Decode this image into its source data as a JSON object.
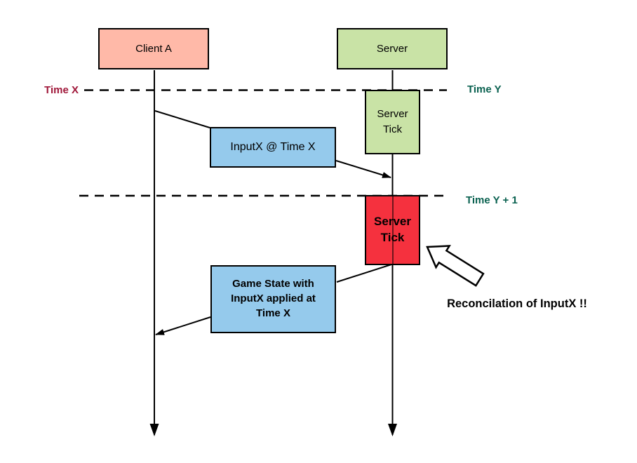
{
  "diagram": {
    "actors": {
      "client": "Client A",
      "server": "Server"
    },
    "time_markers": {
      "left_top": "Time X",
      "right_top": "Time Y",
      "right_bottom": "Time Y + 1"
    },
    "boxes": {
      "server_tick_top": "Server\nTick",
      "input_message": "InputX @ Time X",
      "server_tick_bottom": "Server\nTick",
      "game_state": "Game State with\nInputX applied at\nTime X"
    },
    "annotation": "Reconcilation of InputX !!",
    "colors": {
      "client_fill": "#FFB9A8",
      "server_fill": "#C9E3A6",
      "message_fill": "#95CAEC",
      "highlight_fill": "#F5313E",
      "time_x_color": "#A0183A",
      "time_y_color": "#0A6150",
      "line_color": "#000000"
    }
  }
}
